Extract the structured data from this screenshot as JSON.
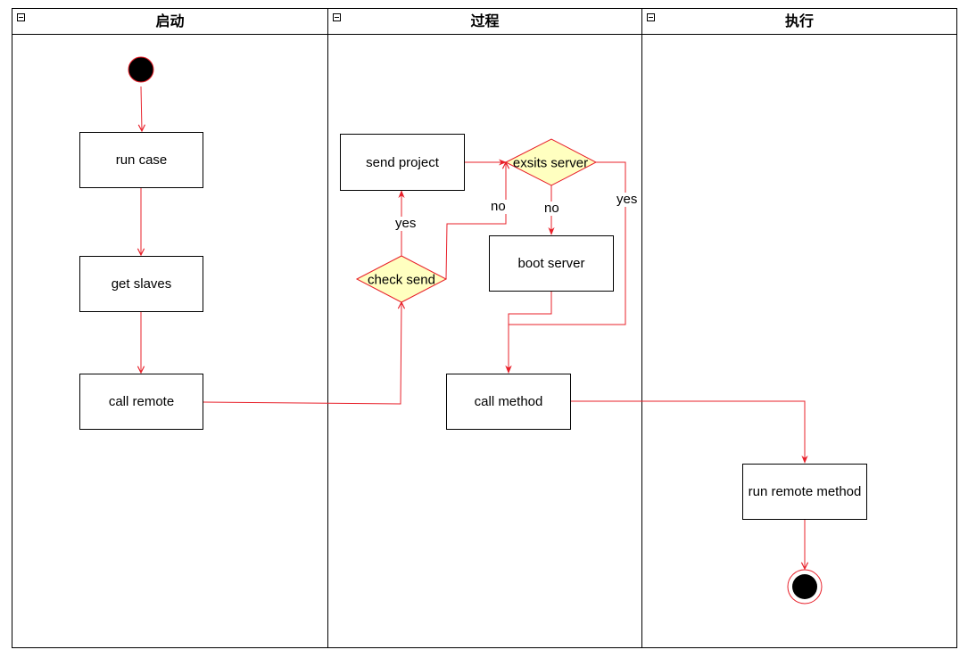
{
  "lanes": [
    {
      "title": "启动"
    },
    {
      "title": "过程"
    },
    {
      "title": "执行"
    }
  ],
  "nodes": {
    "run_case": "run case",
    "get_slaves": "get slaves",
    "call_remote": "call remote",
    "send_project": "send project",
    "exsits_server": "exsits server",
    "boot_server": "boot server",
    "check_send": "check send",
    "call_method": "call method",
    "run_remote_method": "run remote method"
  },
  "edge_labels": {
    "check_send_yes": "yes",
    "check_send_no": "no",
    "exsits_server_no": "no",
    "exsits_server_yes": "yes"
  },
  "colors": {
    "flow": "#e8202a",
    "decision_fill": "#ffffc0",
    "node_fill": "#000000"
  }
}
